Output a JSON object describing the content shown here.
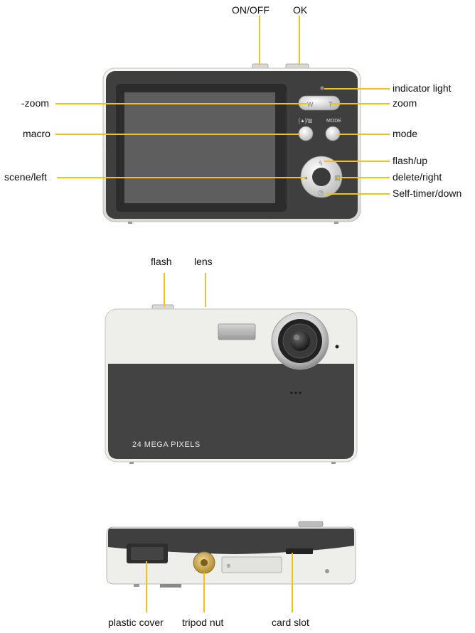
{
  "back_view": {
    "labels": {
      "on_off": "ON/OFF",
      "ok": "OK",
      "indicator_light": "indicator light",
      "zoom_out": "-zoom",
      "zoom_in": "zoom",
      "macro": "macro",
      "mode": "mode",
      "flash_up": "flash/up",
      "scene_left": "scene/left",
      "delete_right": "delete/right",
      "self_timer_down": "Self-timer/down"
    },
    "button_text": {
      "mode": "MODE",
      "zoom_w": "W",
      "zoom_t": "T"
    }
  },
  "front_view": {
    "labels": {
      "flash": "flash",
      "lens": "lens"
    },
    "print": "24 MEGA PIXELS"
  },
  "bottom_view": {
    "labels": {
      "plastic_cover": "plastic cover",
      "tripod_nut": "tripod nut",
      "card_slot": "card slot"
    }
  },
  "colors": {
    "leader_line": "#f2c21a",
    "body_silver": "#eeeeea",
    "body_dark": "#434343",
    "screen": "#5c5c5c",
    "tripod_gold": "#c9a64a"
  }
}
